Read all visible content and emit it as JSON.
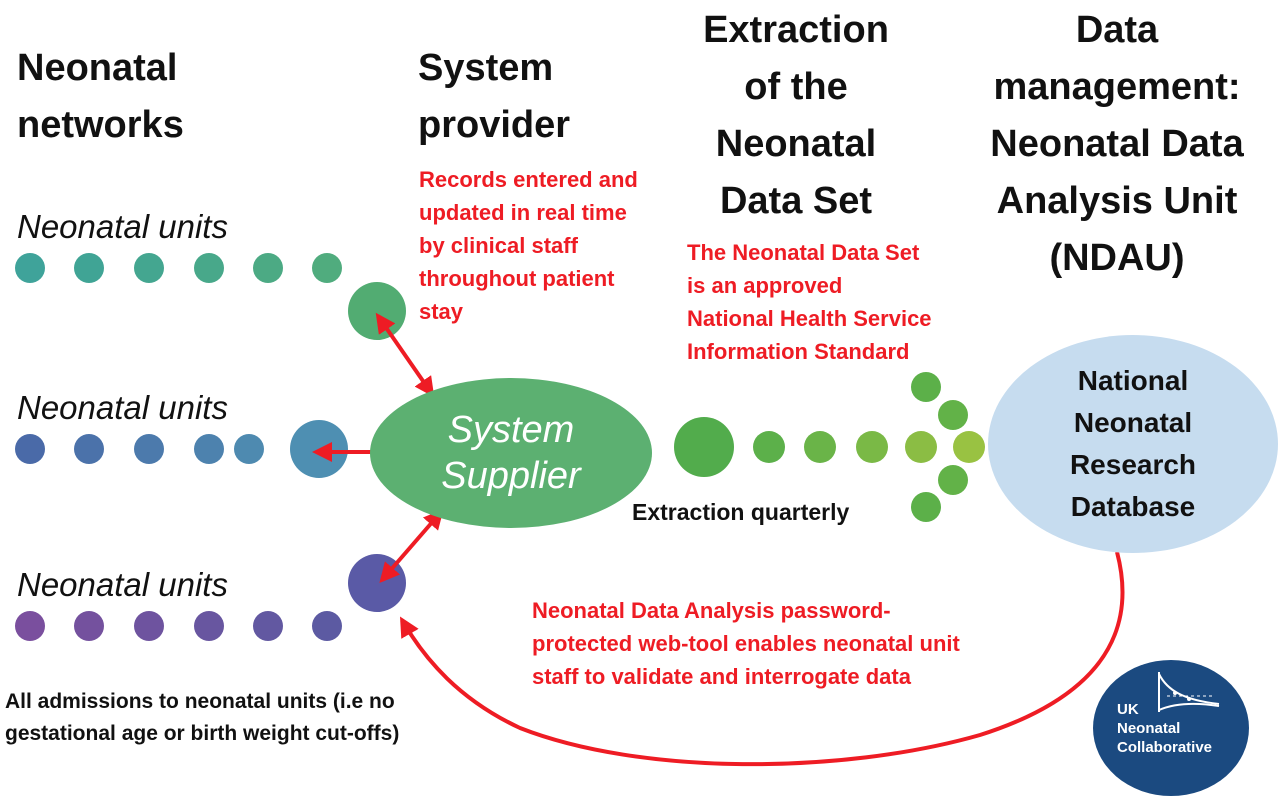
{
  "headers": {
    "networks": [
      "Neonatal",
      "networks"
    ],
    "provider": [
      "System",
      "provider"
    ],
    "extraction": [
      "Extraction",
      "of the",
      "Neonatal",
      "Data Set"
    ],
    "management": [
      "Data",
      "management:",
      "Neonatal Data",
      "Analysis Unit",
      "(NDAU)"
    ]
  },
  "provider_note": [
    "Records entered and",
    "updated in real time",
    "by clinical staff",
    "throughout patient",
    "stay"
  ],
  "dataset_note": [
    "The Neonatal Data Set",
    "is an approved",
    "National Health Service",
    "Information Standard"
  ],
  "units": {
    "row1": "Neonatal units",
    "row2": "Neonatal units",
    "row3": "Neonatal units"
  },
  "supplier": [
    "System",
    "Supplier"
  ],
  "database": [
    "National",
    "Neonatal",
    "Research",
    "Database"
  ],
  "extraction_label": "Extraction quarterly",
  "webtool_note": [
    "Neonatal Data Analysis password-",
    "protected web-tool enables neonatal unit",
    "staff to validate and interrogate data"
  ],
  "admissions_note": [
    "All admissions to neonatal units (i.e no",
    "gestational age or birth weight cut-offs)"
  ],
  "logo": [
    "UK",
    "Neonatal",
    "Collaborative"
  ],
  "colors": {
    "red": "#ee1c24",
    "supplier_green": "#5cb071",
    "database_blue": "#c6dcef",
    "logo_navy": "#1b4a80",
    "row1_dots": "#4aa699",
    "row2_dots": "#4e7aae",
    "row3_dots": "#6a56a0"
  }
}
